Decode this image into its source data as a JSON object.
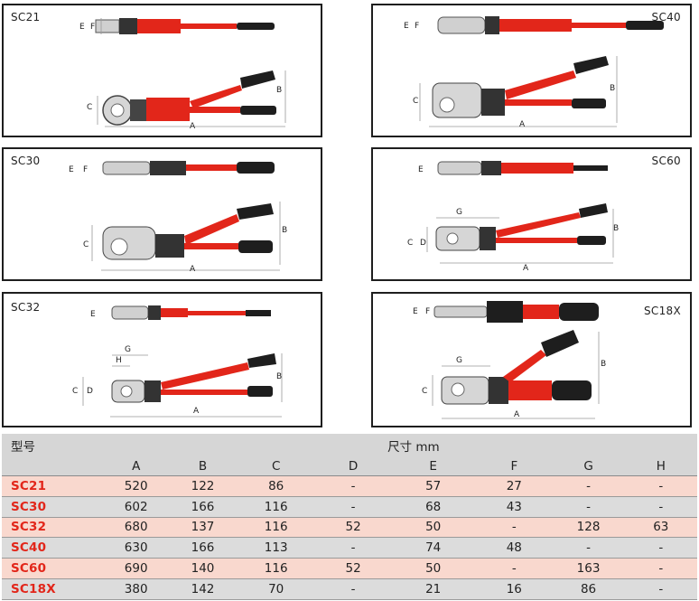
{
  "panels": [
    {
      "model": "SC21",
      "labels": {
        "A": "A",
        "B": "B",
        "C": "C",
        "E": "E",
        "F": "F"
      }
    },
    {
      "model": "SC40",
      "labels": {
        "A": "A",
        "B": "B",
        "C": "C",
        "E": "E",
        "F": "F"
      }
    },
    {
      "model": "SC30",
      "labels": {
        "A": "A",
        "B": "B",
        "C": "C",
        "E": "E",
        "F": "F"
      }
    },
    {
      "model": "SC60",
      "labels": {
        "A": "A",
        "B": "B",
        "C": "C",
        "D": "D",
        "E": "E",
        "G": "G"
      }
    },
    {
      "model": "SC32",
      "labels": {
        "A": "A",
        "B": "B",
        "C": "C",
        "D": "D",
        "E": "E",
        "G": "G",
        "H": "H"
      }
    },
    {
      "model": "SC18X",
      "labels": {
        "A": "A",
        "B": "B",
        "C": "C",
        "E": "E",
        "F": "F",
        "G": "G"
      }
    }
  ],
  "colors": {
    "red": "#e2261a",
    "dark": "#1e1e1e",
    "silver": "#c8c8c8",
    "row_pink": "#f9d8ce",
    "row_gray": "#dcdcdc"
  },
  "table": {
    "model_header": "型号",
    "dimension_header": "尺寸 mm",
    "columns": [
      "A",
      "B",
      "C",
      "D",
      "E",
      "F",
      "G",
      "H"
    ],
    "rows": [
      {
        "model": "SC21",
        "values": [
          "520",
          "122",
          "86",
          "-",
          "57",
          "27",
          "-",
          "-"
        ]
      },
      {
        "model": "SC30",
        "values": [
          "602",
          "166",
          "116",
          "-",
          "68",
          "43",
          "-",
          "-"
        ]
      },
      {
        "model": "SC32",
        "values": [
          "680",
          "137",
          "116",
          "52",
          "50",
          "-",
          "128",
          "63"
        ]
      },
      {
        "model": "SC40",
        "values": [
          "630",
          "166",
          "113",
          "-",
          "74",
          "48",
          "-",
          "-"
        ]
      },
      {
        "model": "SC60",
        "values": [
          "690",
          "140",
          "116",
          "52",
          "50",
          "-",
          "163",
          "-"
        ]
      },
      {
        "model": "SC18X",
        "values": [
          "380",
          "142",
          "70",
          "-",
          "21",
          "16",
          "86",
          "-"
        ]
      }
    ]
  }
}
